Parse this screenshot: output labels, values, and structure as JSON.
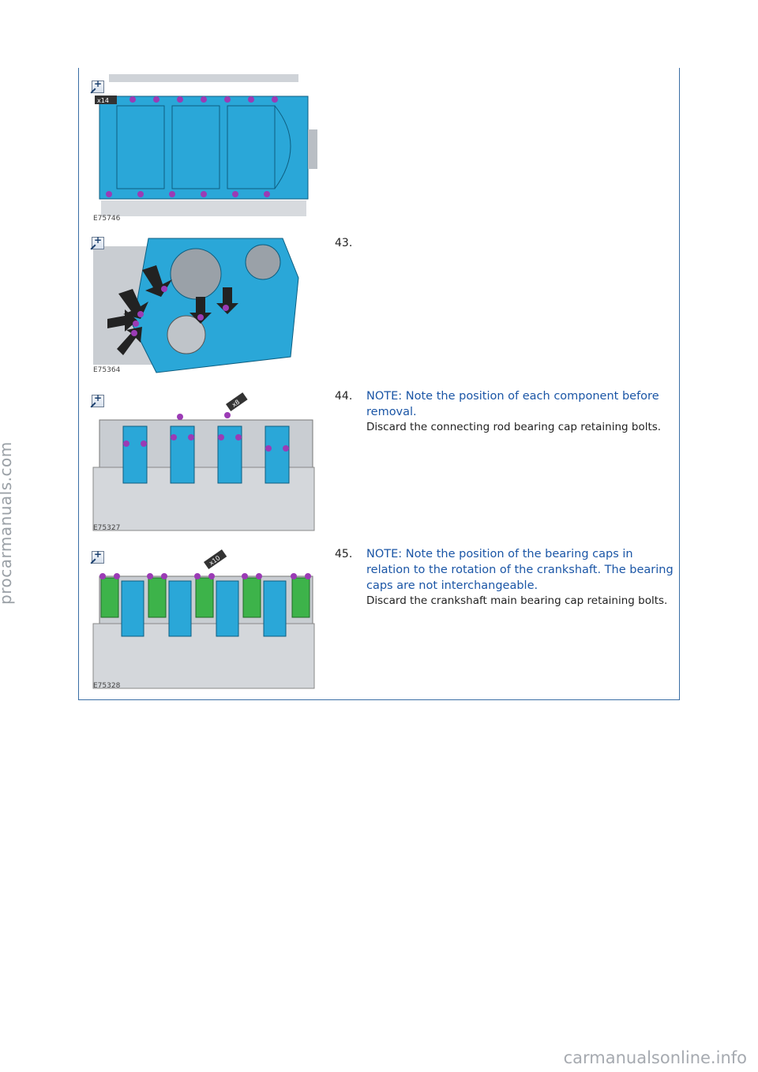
{
  "steps": [
    {
      "number": "",
      "figure_code": "E75746",
      "callout": "x14",
      "note": "",
      "body": ""
    },
    {
      "number": "43.",
      "figure_code": "E75364",
      "callout": "",
      "note": "",
      "body": ""
    },
    {
      "number": "44.",
      "figure_code": "E75327",
      "callout": "x8",
      "note": "NOTE: Note the position of each component before removal.",
      "body": "Discard the connecting rod bearing cap retaining bolts."
    },
    {
      "number": "45.",
      "figure_code": "E75328",
      "callout": "x10",
      "note": "NOTE: Note the position of the bearing caps in relation to the rotation of the crankshaft. The bearing caps are not interchangeable.",
      "body": "Discard the crankshaft main bearing cap retaining bolts."
    }
  ],
  "watermarks": {
    "side": "procarmanuals.com",
    "bottom": "carmanualsonline.info"
  },
  "colors": {
    "frame": "#3a6ea5",
    "note_text": "#1b56a6",
    "highlight_part": "#2aa7d8",
    "bolt": "#9b3bb5",
    "bearing_cap": "#3db34a"
  }
}
